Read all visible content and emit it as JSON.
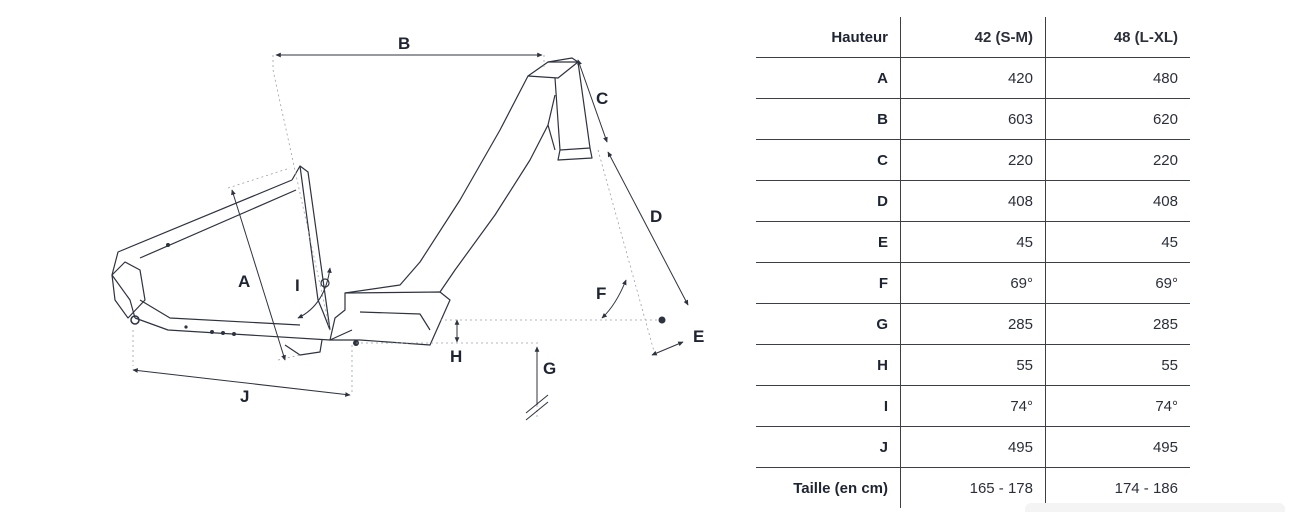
{
  "diagram": {
    "labels": {
      "A": "A",
      "B": "B",
      "C": "C",
      "D": "D",
      "E": "E",
      "F": "F",
      "G": "G",
      "H": "H",
      "I": "I",
      "J": "J"
    }
  },
  "table": {
    "header": {
      "label": "Hauteur",
      "col1": "42 (S-M)",
      "col2": "48 (L-XL)"
    },
    "rows": [
      {
        "label": "A",
        "col1": "420",
        "col2": "480"
      },
      {
        "label": "B",
        "col1": "603",
        "col2": "620"
      },
      {
        "label": "C",
        "col1": "220",
        "col2": "220"
      },
      {
        "label": "D",
        "col1": "408",
        "col2": "408"
      },
      {
        "label": "E",
        "col1": "45",
        "col2": "45"
      },
      {
        "label": "F",
        "col1": "69°",
        "col2": "69°"
      },
      {
        "label": "G",
        "col1": "285",
        "col2": "285"
      },
      {
        "label": "H",
        "col1": "55",
        "col2": "55"
      },
      {
        "label": "I",
        "col1": "74°",
        "col2": "74°"
      },
      {
        "label": "J",
        "col1": "495",
        "col2": "495"
      }
    ],
    "footer": {
      "label": "Taille (en cm)",
      "col1": "165 - 178",
      "col2": "174 - 186"
    }
  },
  "colors": {
    "ink": "#1f2433",
    "frame": "#2e3340",
    "guide": "#9aa0ab"
  }
}
